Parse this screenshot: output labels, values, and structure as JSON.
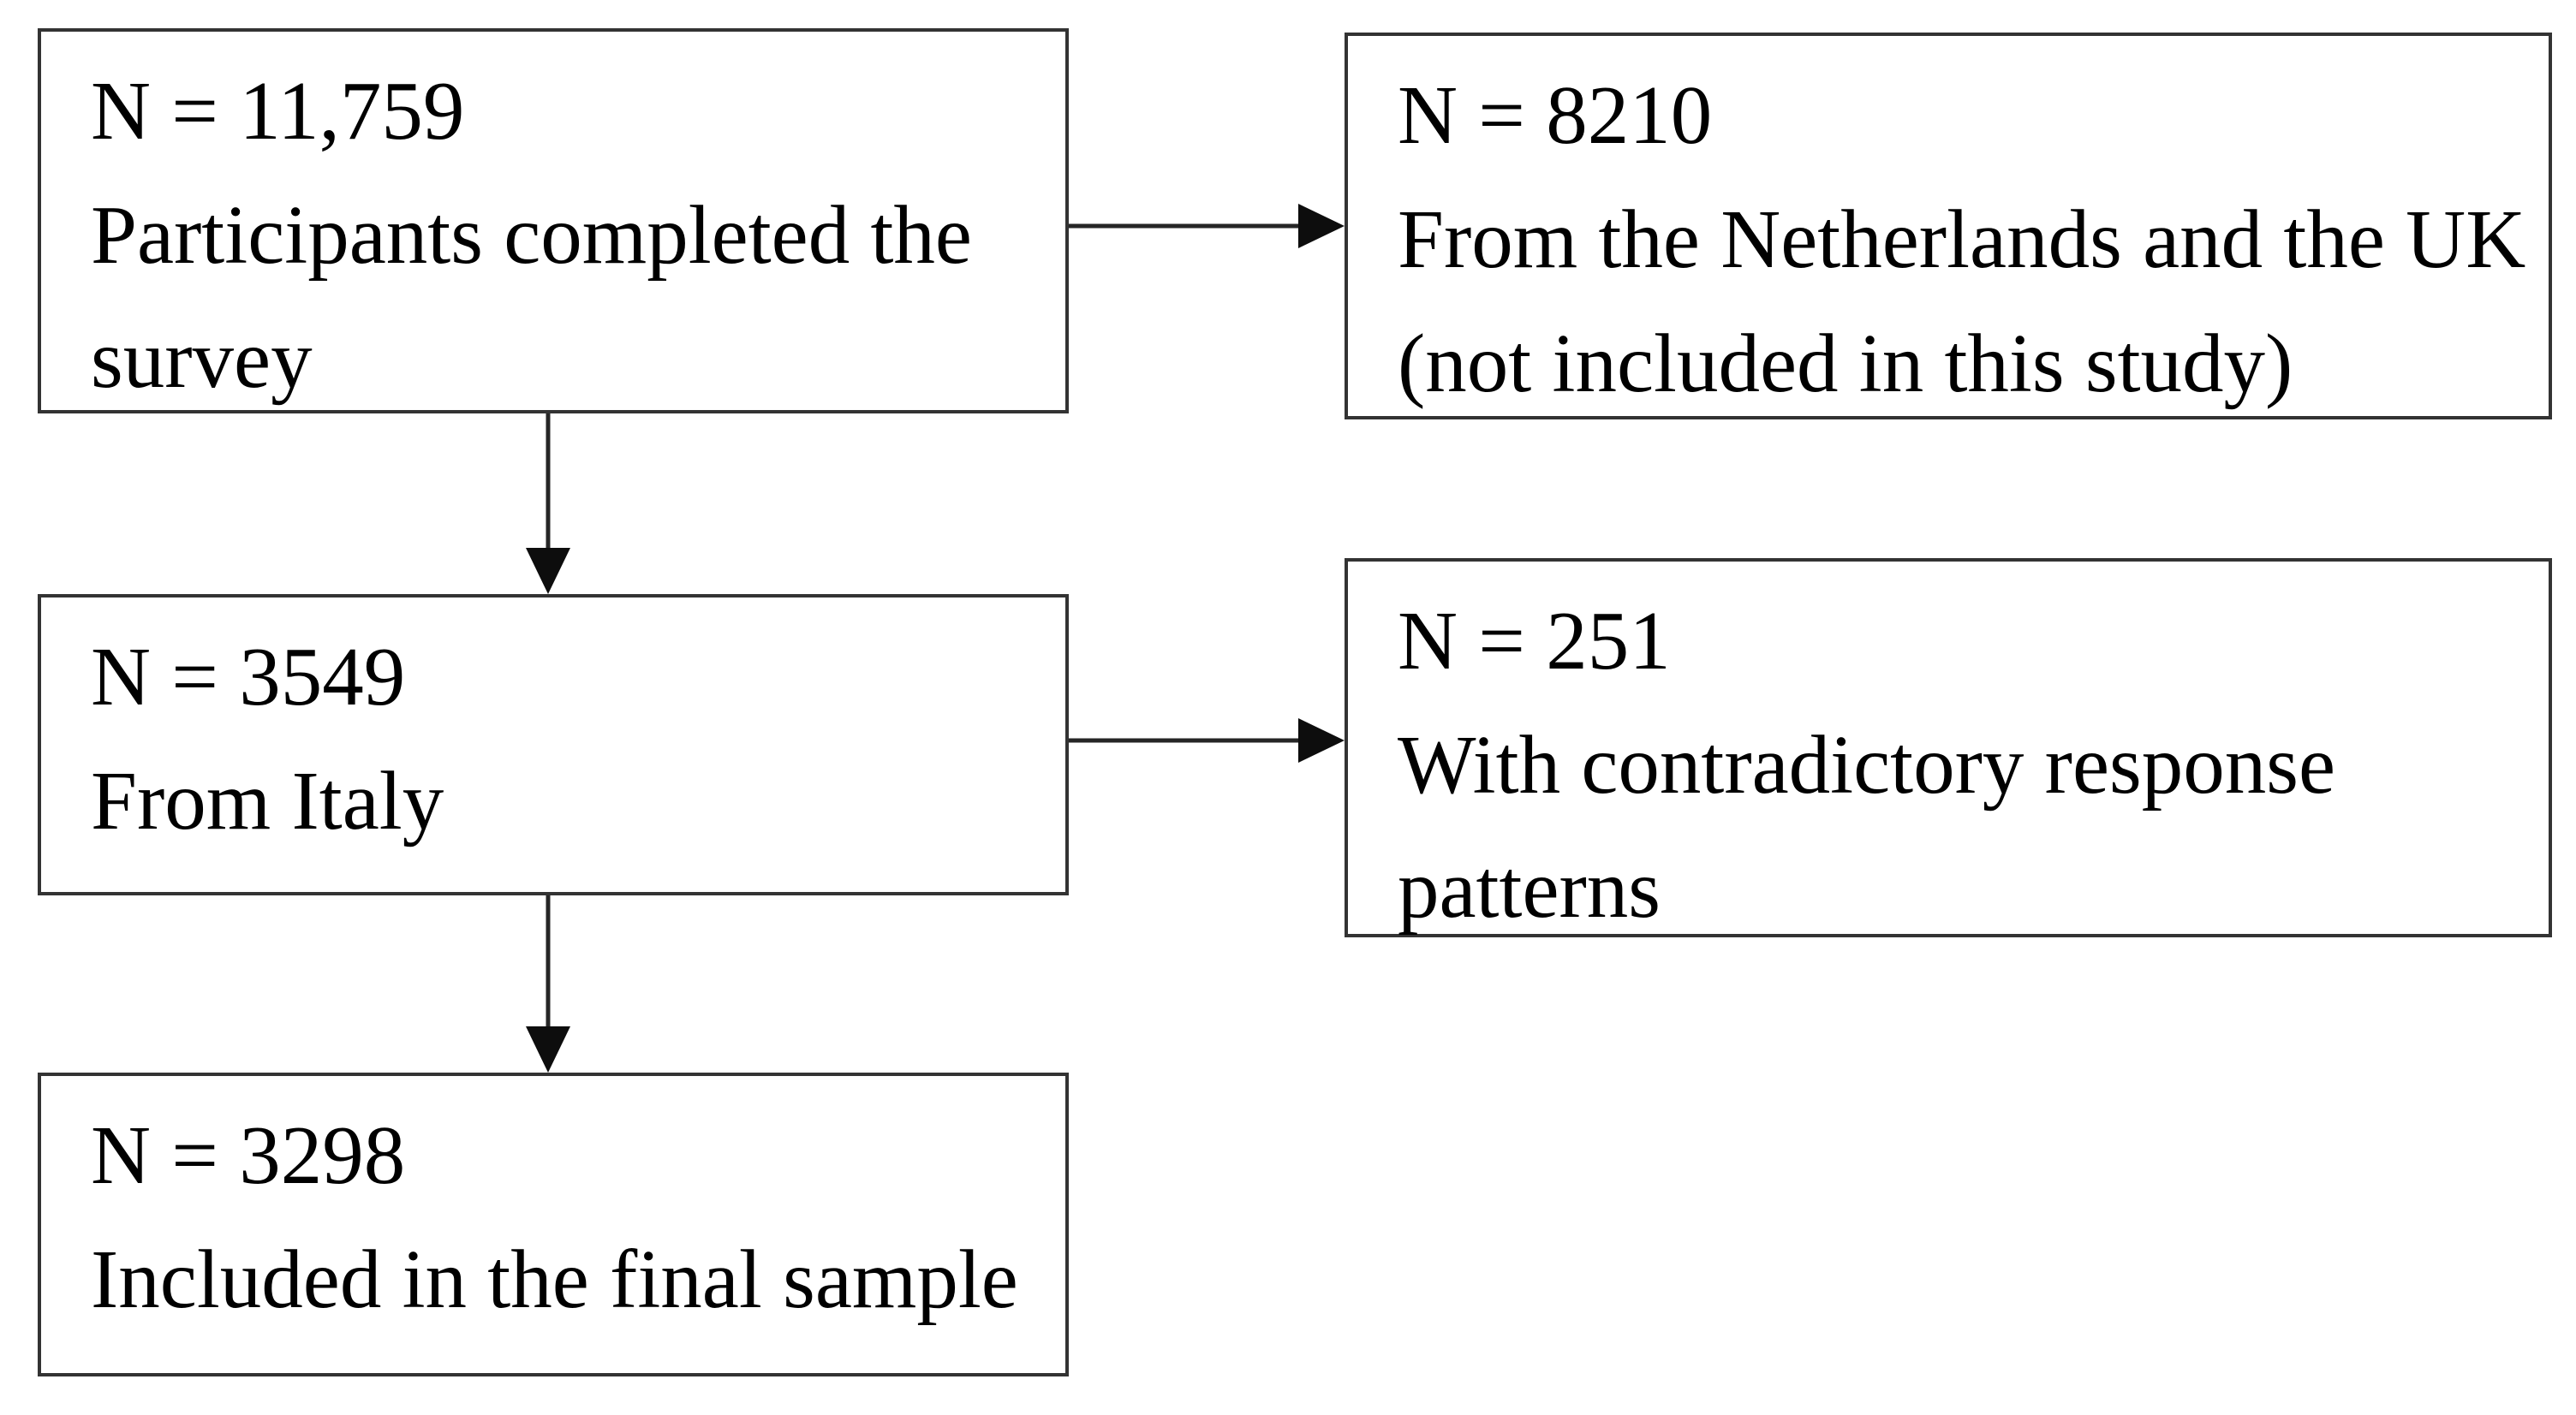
{
  "diagram": {
    "type": "flowchart",
    "background_color": "#ffffff",
    "box_border_color": "#333333",
    "arrow_color": "#1a1a1a",
    "text_color": "#000000",
    "boxes": [
      {
        "id": "participants-completed-survey",
        "n": "11,759",
        "lines": [
          "N = 11,759",
          "Participants completed the",
          "survey"
        ]
      },
      {
        "id": "excluded-netherlands-uk",
        "n": "8210",
        "lines": [
          "N = 8210",
          "From the Netherlands and the UK",
          "(not included in this study)"
        ]
      },
      {
        "id": "from-italy",
        "n": "3549",
        "lines": [
          "N = 3549",
          "From Italy"
        ]
      },
      {
        "id": "contradictory-response-patterns",
        "n": "251",
        "lines": [
          "N = 251",
          "With contradictory response",
          "patterns"
        ]
      },
      {
        "id": "included-final-sample",
        "n": "3298",
        "lines": [
          "N = 3298",
          "Included in the final sample"
        ]
      }
    ],
    "edges": [
      {
        "from": "participants-completed-survey",
        "to": "excluded-netherlands-uk",
        "direction": "right"
      },
      {
        "from": "participants-completed-survey",
        "to": "from-italy",
        "direction": "down"
      },
      {
        "from": "from-italy",
        "to": "contradictory-response-patterns",
        "direction": "right"
      },
      {
        "from": "from-italy",
        "to": "included-final-sample",
        "direction": "down"
      }
    ]
  }
}
